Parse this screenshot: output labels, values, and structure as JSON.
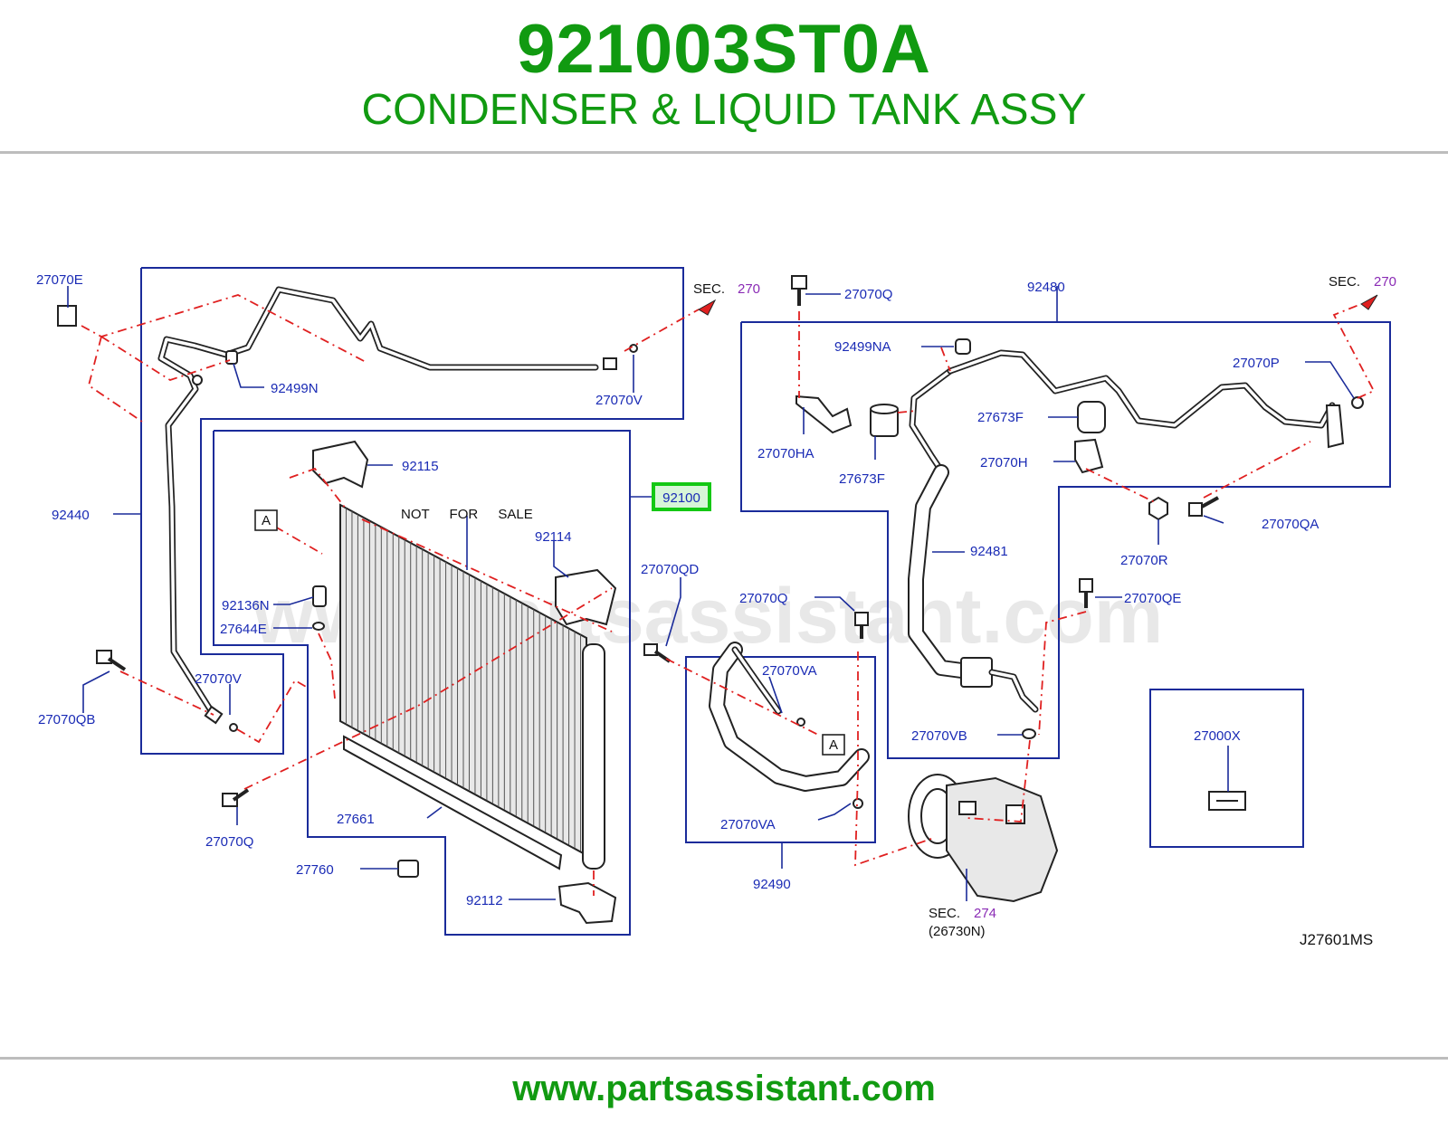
{
  "header": {
    "part_number": "921003ST0A",
    "part_name": "CONDENSER & LIQUID TANK ASSY"
  },
  "footer": {
    "url": "www.partsassistant.com"
  },
  "diagram": {
    "watermark": "www.partsassistant.com",
    "figure_code": "J27601MS",
    "not_for_sale": "NOT FOR SALE",
    "sec_prefix": "SEC.",
    "sec_270": "270",
    "sec_274": "274",
    "sec_274_sub": "(26730N)",
    "ref_a": "A",
    "highlight_part": "92100",
    "labels": {
      "p27070E": "27070E",
      "p92440": "92440",
      "p92499N": "92499N",
      "p27070V_top": "27070V",
      "p27070V_low": "27070V",
      "p27070QB": "27070QB",
      "p27070Q_left": "27070Q",
      "p27760": "27760",
      "p92115": "92115",
      "p92114": "92114",
      "p92136N": "92136N",
      "p27644E": "27644E",
      "p27661": "27661",
      "p92112": "92112",
      "p27070QD": "27070QD",
      "p27070Q_mid": "27070Q",
      "p27070VA_top": "27070VA",
      "p27070VA_low": "27070VA",
      "p92490": "92490",
      "p27070Q_top": "27070Q",
      "p92480": "92480",
      "p92499NA": "92499NA",
      "p27070HA": "27070HA",
      "p27673F_left": "27673F",
      "p27673F_right": "27673F",
      "p27070H": "27070H",
      "p27070P": "27070P",
      "p27070QA": "27070QA",
      "p27070R": "27070R",
      "p92481": "92481",
      "p27070QE": "27070QE",
      "p27070VB": "27070VB",
      "p27000X": "27000X"
    }
  },
  "colors": {
    "title_green": "#119a11",
    "label_blue": "#1a2bb5",
    "box_blue": "#1a2b9a",
    "dash_red": "#e02020",
    "sec_purple": "#8a2bb5",
    "highlight": "#14c814"
  }
}
